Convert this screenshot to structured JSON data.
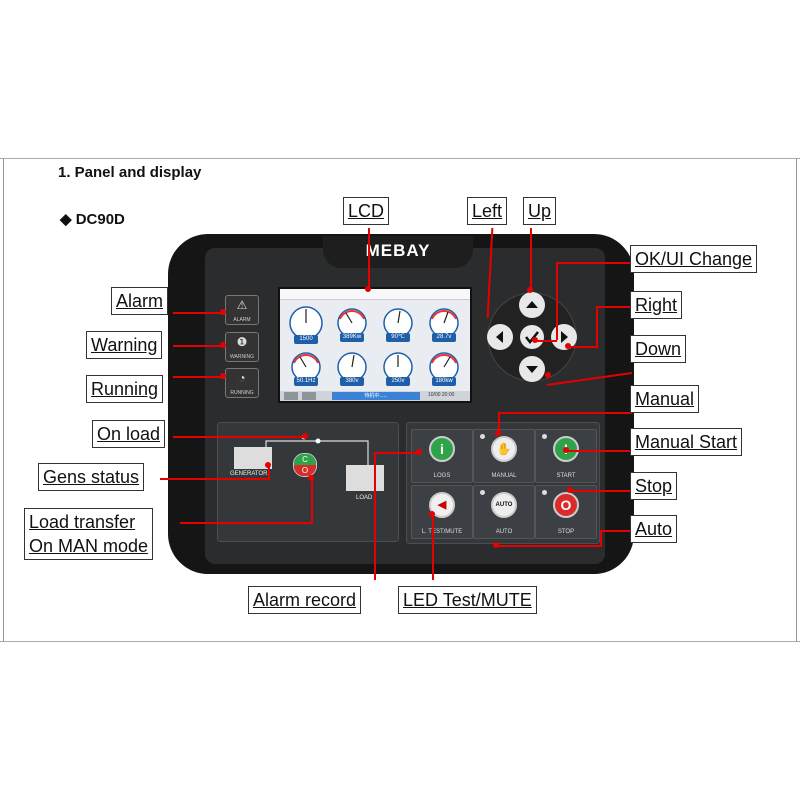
{
  "heading": {
    "section": "1. Panel and display",
    "model": "◆ DC90D"
  },
  "device": {
    "brand": "MEBAY",
    "indicators": [
      {
        "text": "ALARM"
      },
      {
        "text": "WARNING"
      },
      {
        "text": "RUNNING"
      }
    ],
    "lcd": {
      "gauges": [
        "1500",
        "389Kw",
        "90℃",
        "28.7v",
        "50.1Hz",
        "380v",
        "250v",
        "180kw"
      ],
      "status_bar": "待机中......",
      "footer": "10/00  20:00"
    },
    "transfer": {
      "generator": "GENERATOR",
      "load": "LOAD"
    },
    "keys": [
      {
        "label": "LOGS",
        "glyph": "i",
        "color": "#2fa34a"
      },
      {
        "label": "MANUAL",
        "glyph": "✋",
        "color": "#eeeeee"
      },
      {
        "label": "START",
        "glyph": "I",
        "color": "#2fa34a"
      },
      {
        "label": "L. TEST/MUTE",
        "glyph": "◀",
        "color": "#f0f0f0"
      },
      {
        "label": "AUTO",
        "glyph": "AUTO",
        "color": "#eeeeee"
      },
      {
        "label": "STOP",
        "glyph": "O",
        "color": "#d92b2b"
      }
    ]
  },
  "callouts": {
    "lcd": "LCD",
    "left": "Left",
    "up": "Up",
    "ok": "OK/UI Change",
    "right": "Right",
    "down": "Down",
    "manual": "Manual",
    "manual_start": "Manual Start",
    "stop": "Stop",
    "auto": "Auto",
    "alarm": "Alarm",
    "warning": "Warning",
    "running": "Running",
    "on_load": "On load",
    "gens_status": "Gens status",
    "load_transfer_1": "Load transfer",
    "load_transfer_2": "On MAN mode",
    "alarm_record": "Alarm record",
    "led_test": "LED Test/MUTE"
  },
  "colors": {
    "leader": "#e60000",
    "housing": "#151515",
    "panel": "#2a2c2e"
  }
}
